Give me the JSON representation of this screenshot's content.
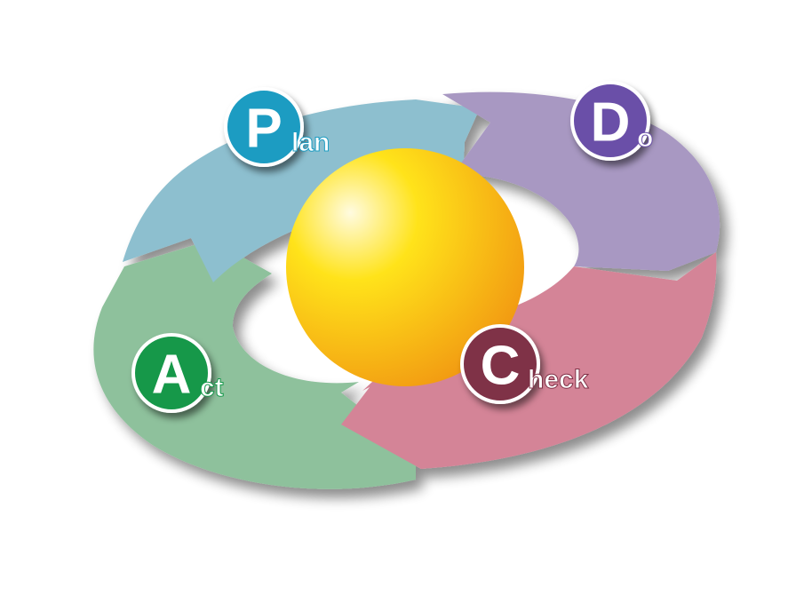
{
  "cycle": {
    "phases": [
      {
        "id": "plan",
        "initial": "P",
        "rest": "lan",
        "arrow_color": "#8dbfcf",
        "badge_color": "#1b9cc2"
      },
      {
        "id": "do",
        "initial": "D",
        "rest": "o",
        "arrow_color": "#a898c2",
        "badge_color": "#6a4fa8"
      },
      {
        "id": "check",
        "initial": "C",
        "rest": "heck",
        "arrow_color": "#d48497",
        "badge_color": "#7f3046"
      },
      {
        "id": "act",
        "initial": "A",
        "rest": "ct",
        "arrow_color": "#8ec19c",
        "badge_color": "#15984a"
      }
    ],
    "center_sphere": {
      "highlight_color": "#fffbe0",
      "mid_color": "#ffe31a",
      "edge_color": "#f29a12"
    }
  }
}
